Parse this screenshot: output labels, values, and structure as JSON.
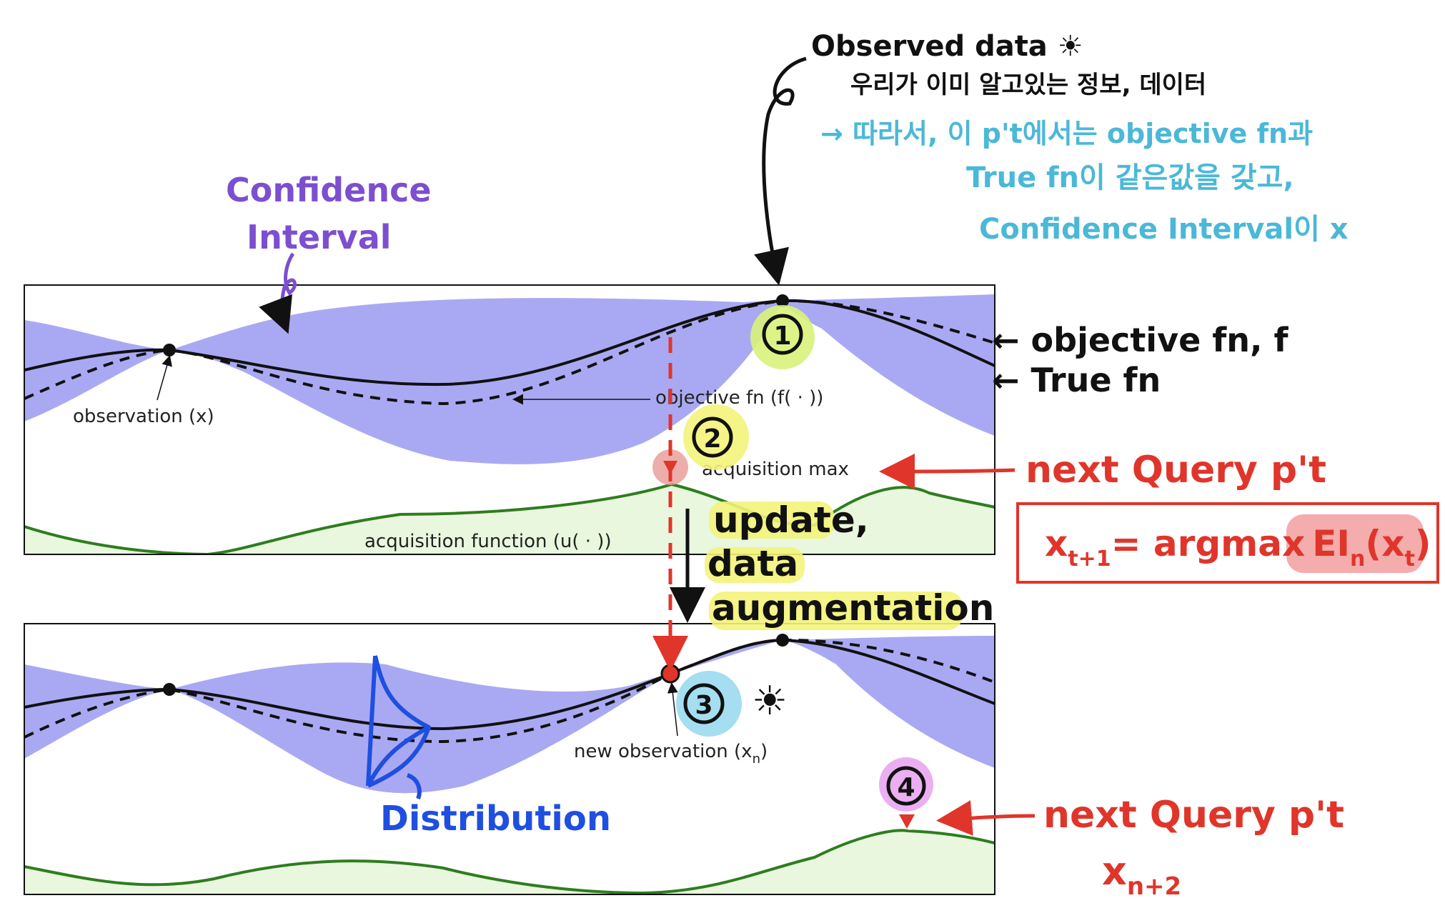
{
  "colors": {
    "ci_fill": "#a9a9f3",
    "acq_fill": "#e9f7df",
    "acq_line": "#2e7d1e",
    "purple": "#7b4fd0",
    "cyan": "#4bb8d8",
    "red": "#e0352b",
    "blue": "#1f4fe0",
    "black": "#111111",
    "yellow_hl": "#f3f37a",
    "green_hl": "#d9f27a",
    "blue_hl": "#9fdcef",
    "pink_hl": "#e9a6ef",
    "red_hl": "#f3a3a3"
  },
  "panel_top": {
    "observation_label": "observation (x)",
    "objective_label": "objective fn (f( · ))",
    "acq_max_label": "acquisition max",
    "acq_function_label": "acquisition function (u( · ))"
  },
  "panel_bottom": {
    "new_observation_label": "new observation (x",
    "new_observation_sub": "n",
    "new_observation_close": ")"
  },
  "annotations": {
    "observed_line1": "Observed data ☀",
    "observed_line2": "우리가 이미 알고있는 정보, 데이터",
    "cyan_line1": "→ 따라서, 이 p't에서는 objective fn과",
    "cyan_line2": "True fn이 같은값을 갖고,",
    "cyan_line3": "Confidence Interval이 x",
    "ci_line1": "Confidence",
    "ci_line2": "Interval",
    "objective_fn_f": "← objective fn, f",
    "true_fn": "← True fn",
    "next_query_1": "next Query p't",
    "formula_x": "x",
    "formula_sub": "t+1",
    "formula_eq": "= argmax",
    "formula_ei": "EI",
    "formula_ei_sub": "n",
    "formula_arg": "(x",
    "formula_arg_sub": "t",
    "formula_close": ")",
    "update_line1": "update,",
    "update_line2": "data",
    "update_line3": "augmentation",
    "distribution": "Distribution",
    "next_query_2": "next Query p't",
    "xn2": "x",
    "xn2_sub": "n+2",
    "circle1": "1",
    "circle2": "2",
    "circle3": "3",
    "circle4": "4",
    "star_mark": "☀"
  }
}
